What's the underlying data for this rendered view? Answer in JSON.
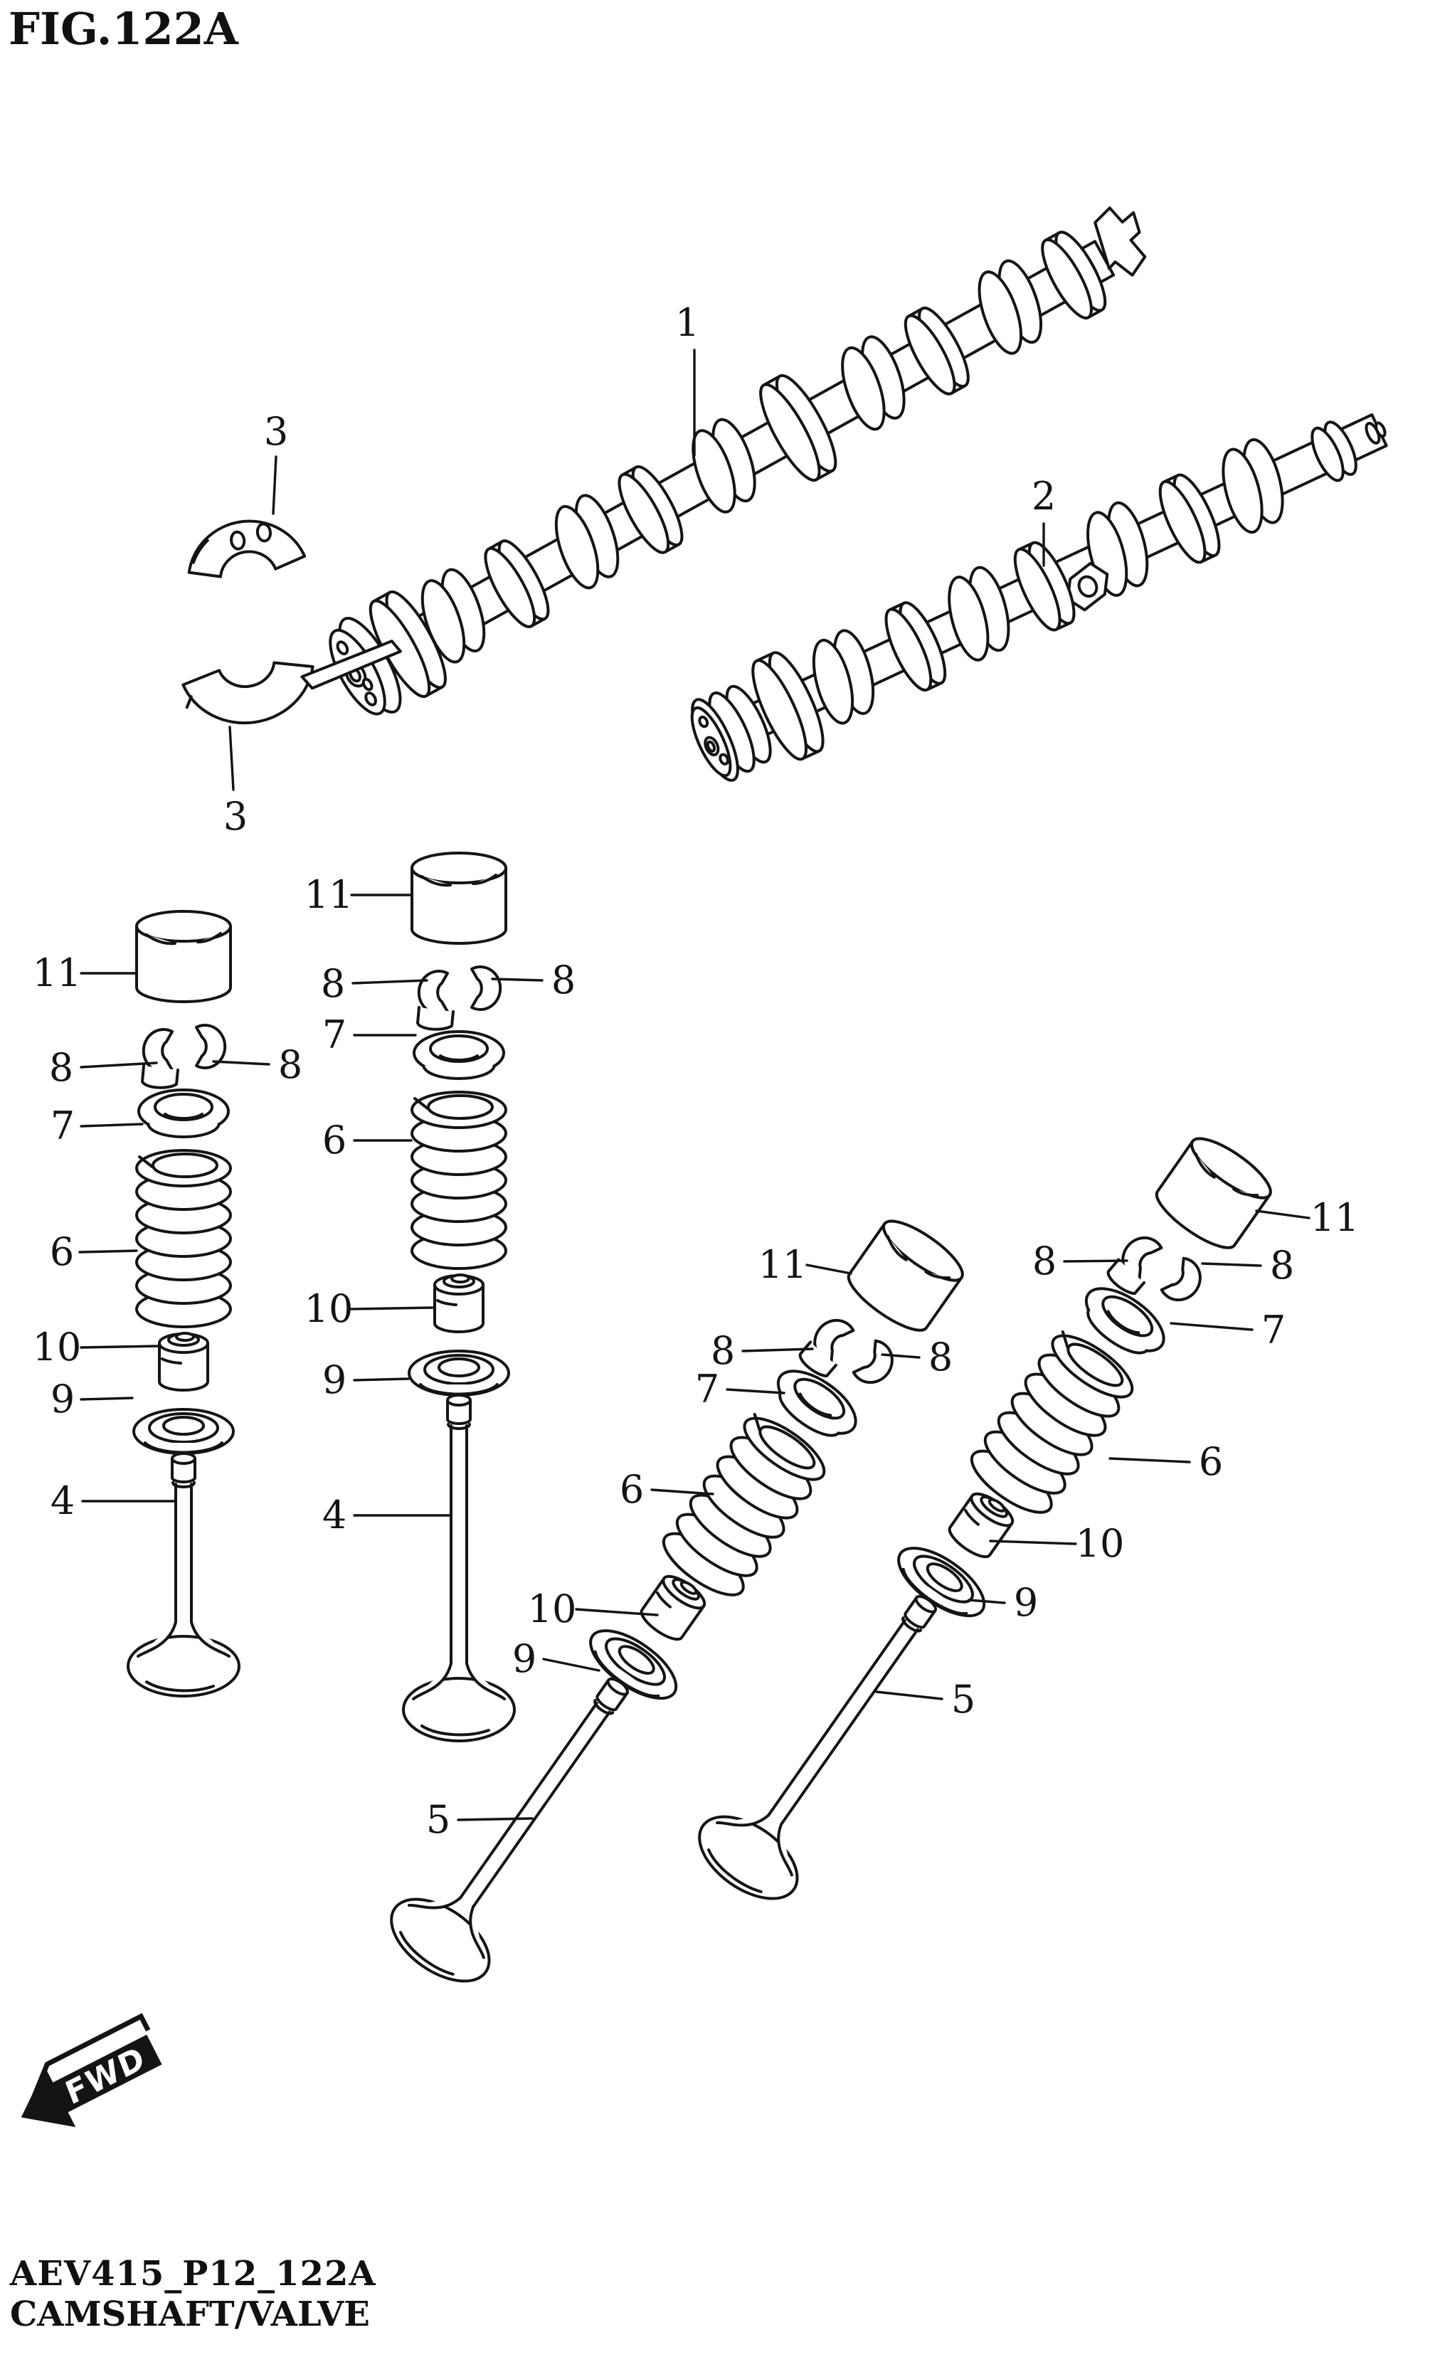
{
  "title": "FIG.122A",
  "footer": {
    "code": "AEV415_P12_122A",
    "caption": "CAMSHAFT/VALVE"
  },
  "fwd_label": "FWD",
  "callouts": {
    "cam1": "1",
    "cam2": "2",
    "bearing_top": "3",
    "bearing_bottom": "3",
    "colA": {
      "tappet": "11",
      "cotter_l": "8",
      "cotter_r": "8",
      "retainer": "7",
      "spring": "6",
      "seal": "10",
      "seat": "9",
      "valve": "4"
    },
    "colB": {
      "tappet": "11",
      "cotter_l": "8",
      "cotter_r": "8",
      "retainer": "7",
      "spring": "6",
      "seal": "10",
      "seat": "9",
      "valve": "4"
    },
    "colC": {
      "tappet": "11",
      "cotter_l": "8",
      "cotter_r": "8",
      "retainer": "7",
      "spring": "6",
      "seal": "10",
      "seat": "9",
      "valve": "5"
    },
    "colD": {
      "tappet": "11",
      "cotter_l": "8",
      "cotter_r": "8",
      "retainer": "7",
      "spring": "6",
      "seal": "10",
      "seat": "9",
      "valve": "5"
    }
  }
}
